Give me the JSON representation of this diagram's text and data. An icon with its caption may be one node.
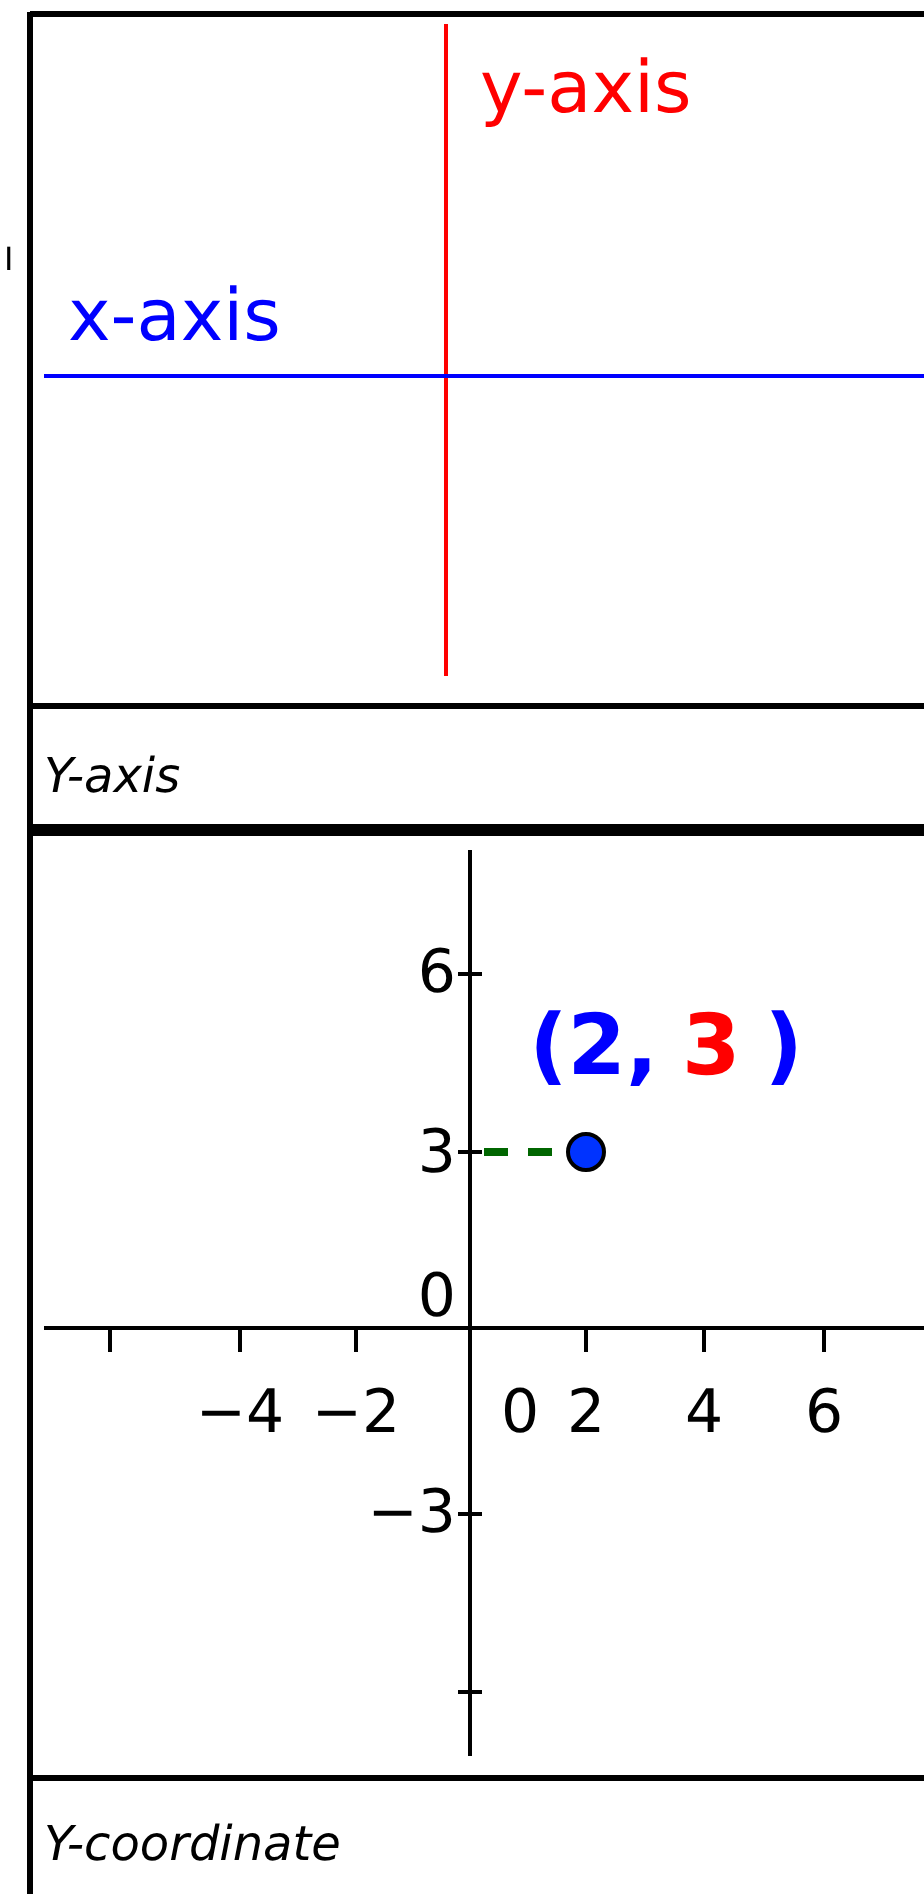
{
  "diagram": {
    "labels": [
      "I",
      "y-axis",
      "x-axis",
      "Y-axis",
      "6",
      "(2,",
      "3",
      ")",
      "3",
      "0",
      "−4",
      "−2",
      "0",
      "2",
      "4",
      "6",
      "−3",
      "Y-coordinate"
    ]
  }
}
